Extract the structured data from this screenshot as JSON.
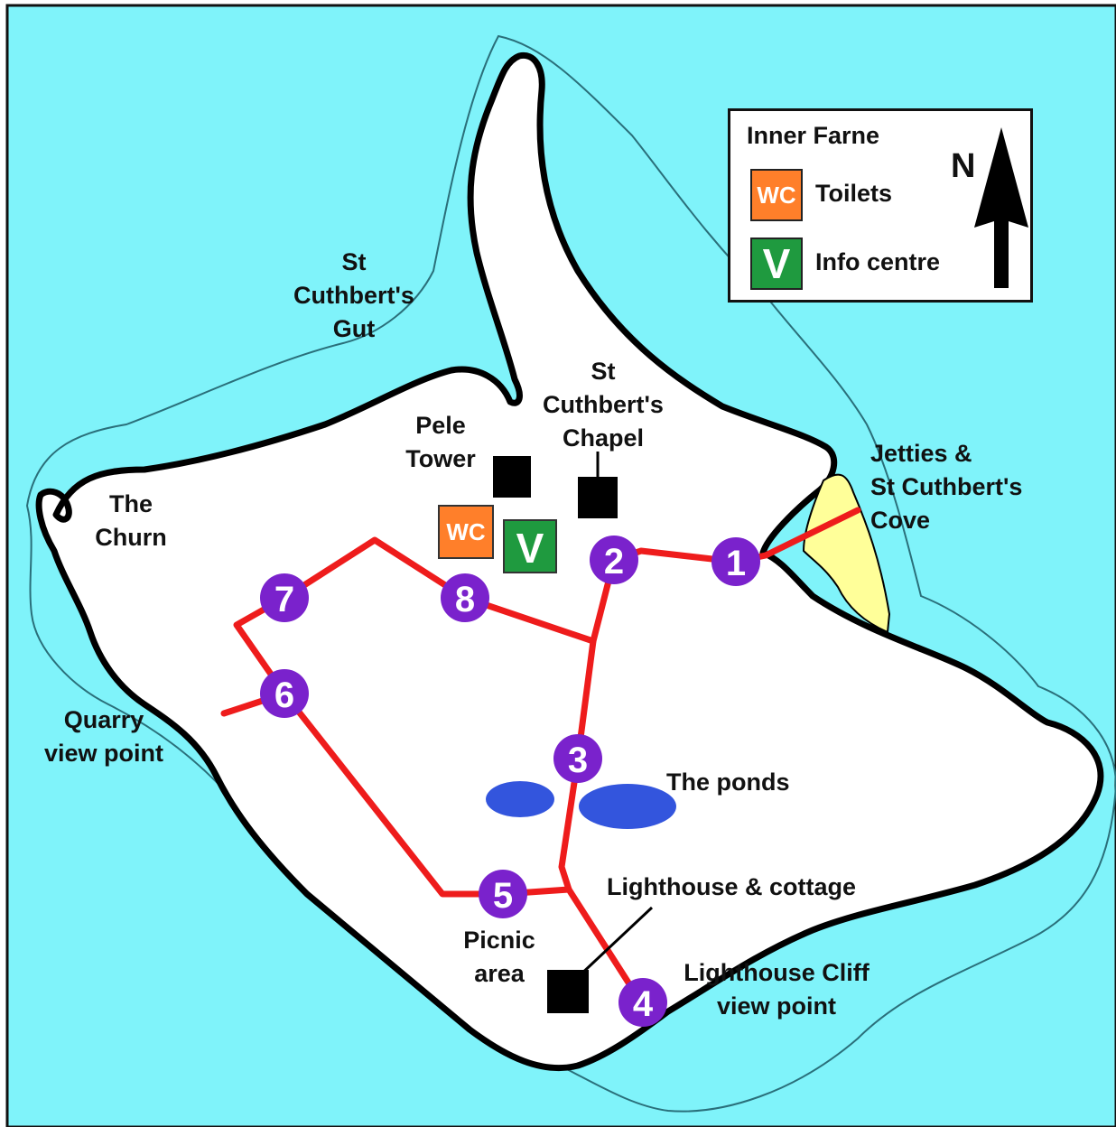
{
  "colors": {
    "sea": "#7ff3fa",
    "island": "#ffffff",
    "path": "#ee1c1c",
    "stop": "#7a22cc",
    "building": "#000000",
    "pond": "#3355dd",
    "beach": "#ffff99",
    "toilets": "#ff7f2a",
    "info": "#1f9a3f"
  },
  "legend": {
    "title": "Inner Farne",
    "items": [
      {
        "symbol": "WC",
        "label": "Toilets",
        "color": "#ff7f2a"
      },
      {
        "symbol": "V",
        "label": "Info centre",
        "color": "#1f9a3f"
      }
    ],
    "north": "N",
    "north_icon": "north-arrow-icon"
  },
  "labels": {
    "gut": [
      "St",
      "Cuthbert's",
      "Gut"
    ],
    "chapel": [
      "St",
      "Cuthbert's",
      "Chapel"
    ],
    "pele": [
      "Pele",
      "Tower"
    ],
    "churn": [
      "The",
      "Churn"
    ],
    "jetties": [
      "Jetties &",
      "St Cuthbert's",
      "Cove"
    ],
    "quarry": [
      "Quarry",
      "view point"
    ],
    "ponds": "The ponds",
    "lighthouse": "Lighthouse & cottage",
    "picnic": [
      "Picnic",
      "area"
    ],
    "cliff": [
      "Lighthouse Cliff",
      "view point"
    ]
  },
  "stops": [
    "1",
    "2",
    "3",
    "4",
    "5",
    "6",
    "7",
    "8"
  ],
  "map_symbols": {
    "wc": "WC",
    "v": "V"
  }
}
